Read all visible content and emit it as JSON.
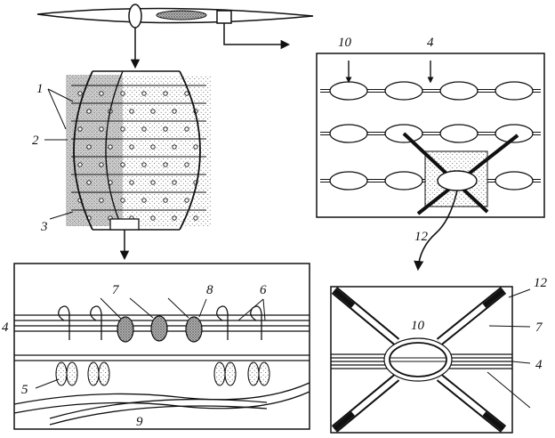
{
  "labels": {
    "l1": "1",
    "l2": "2",
    "l3": "3",
    "l4a": "4",
    "l4b": "4",
    "l4c": "4",
    "l5": "5",
    "l6": "6",
    "l7a": "7",
    "l7b": "7",
    "l8": "8",
    "l9": "9",
    "l10a": "10",
    "l10b": "10",
    "l12a": "12",
    "l12b": "12"
  },
  "colors": {
    "ink": "#111111",
    "background": "#ffffff",
    "stipple": "#9a9a9a"
  }
}
